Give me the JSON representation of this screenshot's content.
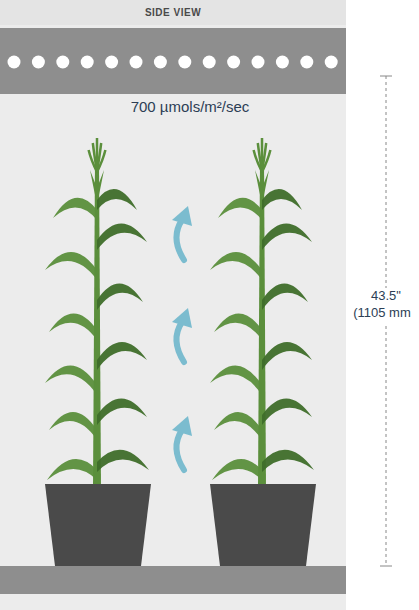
{
  "diagram": {
    "nodes": [
      {
        "text": [
          "SIDE VIEW"
        ]
      }
    ],
    "labels": [
      "700 µmols/m²/sec",
      "43.5\"",
      "(1105 mm"
    ]
  }
}
